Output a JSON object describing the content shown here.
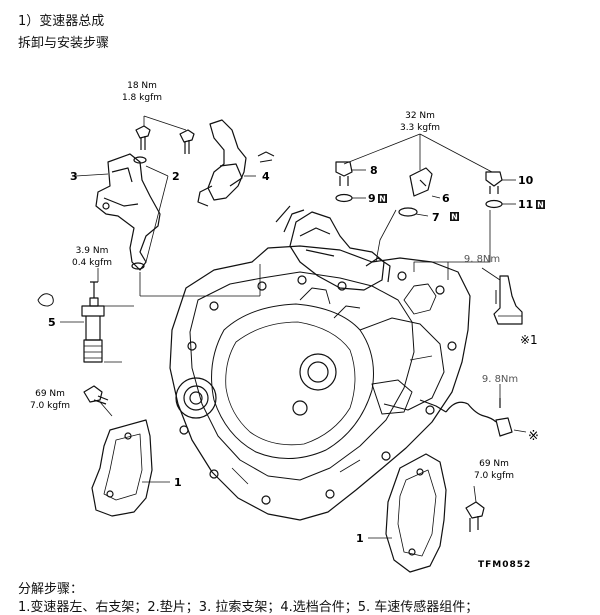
{
  "header": {
    "title": "1）变速器总成",
    "subtitle": "拆卸与安装步骤"
  },
  "torques": {
    "t18": [
      "18 Nm",
      "1.8 kgfm"
    ],
    "t32": [
      "32 Nm",
      "3.3 kgfm"
    ],
    "t39": [
      "3.9 Nm",
      "0.4 kgfm"
    ],
    "t98a": "9. 8Nm",
    "t98b": "9. 8Nm",
    "t69a": [
      "69 Nm",
      "7.0 kgfm"
    ],
    "t69b": [
      "69 Nm",
      "7.0 kgfm"
    ]
  },
  "callouts": {
    "c1a": "1",
    "c1b": "1",
    "c2": "2",
    "c3": "3",
    "c4": "4",
    "c5": "5",
    "c6": "6",
    "c7": "7",
    "c8": "8",
    "c9": "9",
    "c10": "10",
    "c11": "11"
  },
  "badges": {
    "n": "N"
  },
  "marks": {
    "x1": "※1",
    "x2": "※"
  },
  "figure_code": "TFM0852",
  "footer": {
    "heading": "分解步骤：",
    "steps": "1.变速器左、右支架；2.垫片；3. 拉索支架；4.选档合件；5. 车速传感器组件；"
  }
}
